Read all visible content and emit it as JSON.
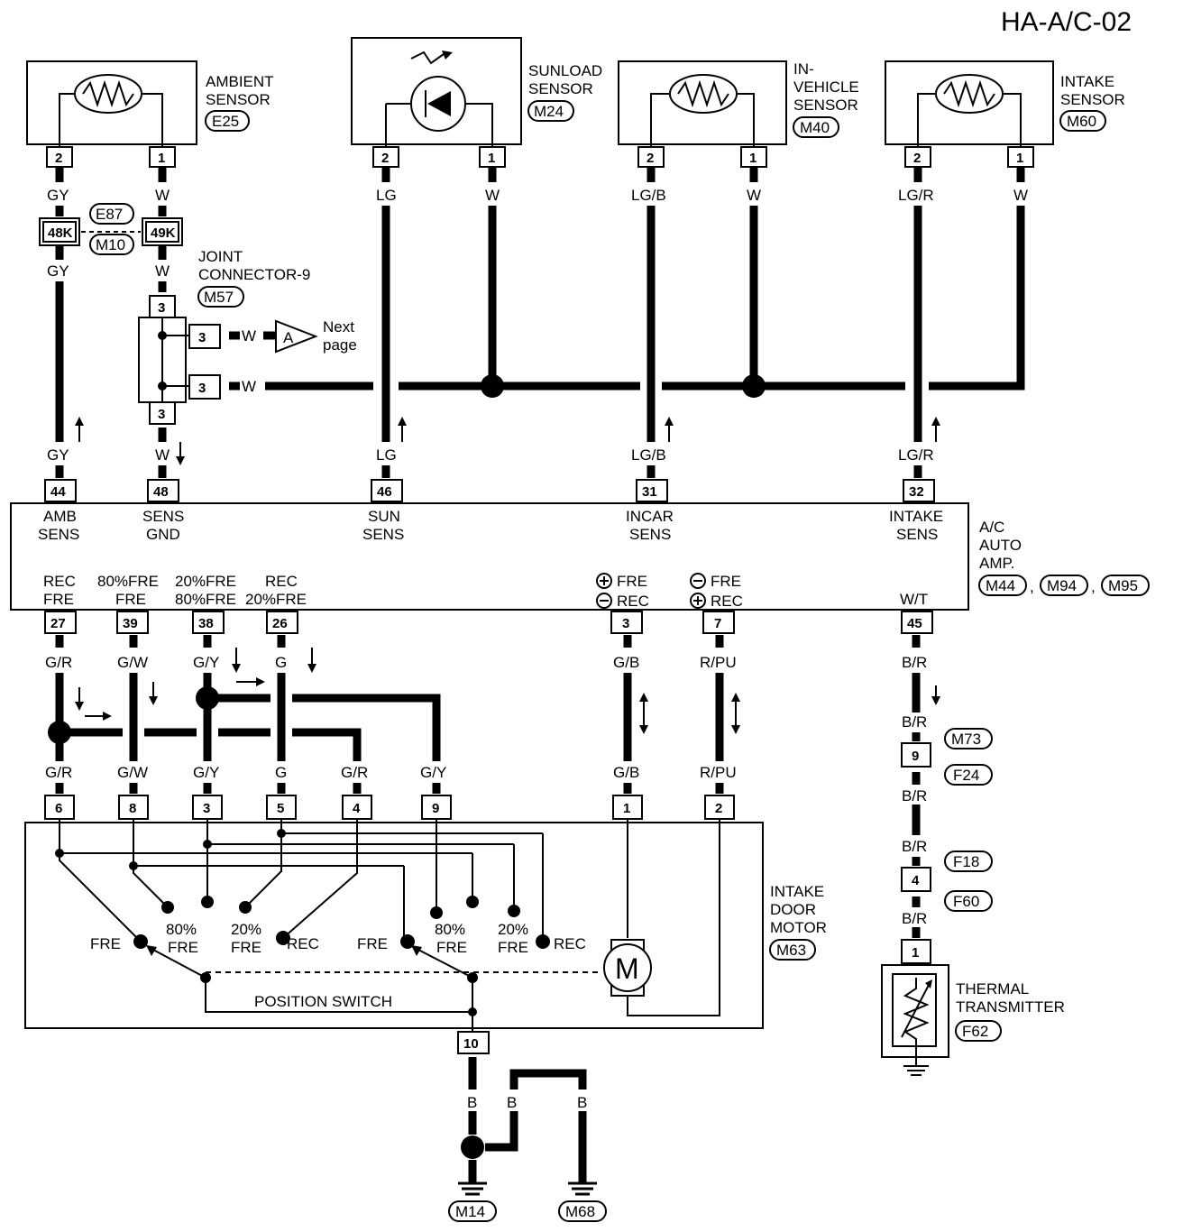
{
  "page_id": "HA-A/C-02",
  "sensors": {
    "ambient": {
      "name_line1": "AMBIENT",
      "name_line2": "SENSOR",
      "conn": "E25",
      "pin2": "2",
      "pin1": "1"
    },
    "sunload": {
      "name_line1": "SUNLOAD",
      "name_line2": "SENSOR",
      "conn": "M24",
      "pin2": "2",
      "pin1": "1"
    },
    "invehicle": {
      "name_line1": "IN-",
      "name_line2": "VEHICLE",
      "name_line3": "SENSOR",
      "conn": "M40",
      "pin2": "2",
      "pin1": "1"
    },
    "intake": {
      "name_line1": "INTAKE",
      "name_line2": "SENSOR",
      "conn": "M60",
      "pin2": "2",
      "pin1": "1"
    }
  },
  "colors": {
    "gy": "GY",
    "w": "W",
    "lg": "LG",
    "lgb": "LG/B",
    "lgr": "LG/R",
    "gr": "G/R",
    "gw": "G/W",
    "gyl": "G/Y",
    "g": "G",
    "gb": "G/B",
    "rpu": "R/PU",
    "br": "B/R",
    "b": "B"
  },
  "inline_conn": {
    "c1": "E87",
    "c2": "M10",
    "p1": "48K",
    "p2": "49K"
  },
  "joint": {
    "line1": "JOINT",
    "line2": "CONNECTOR-9",
    "conn": "M57",
    "pin": "3",
    "ref": "A",
    "next1": "Next",
    "next2": "page"
  },
  "amp": {
    "name_line1": "A/C",
    "name_line2": "AUTO",
    "name_line3": "AMP.",
    "conns": [
      "M44",
      "M94",
      "M95"
    ],
    "sep": ",",
    "top_pins": [
      {
        "pin": "44",
        "l1": "AMB",
        "l2": "SENS"
      },
      {
        "pin": "48",
        "l1": "SENS",
        "l2": "GND"
      },
      {
        "pin": "46",
        "l1": "SUN",
        "l2": "SENS"
      },
      {
        "pin": "31",
        "l1": "INCAR",
        "l2": "SENS"
      },
      {
        "pin": "32",
        "l1": "INTAKE",
        "l2": "SENS"
      }
    ],
    "bottom_pins": [
      {
        "pin": "27",
        "l1": "REC",
        "l2": "FRE"
      },
      {
        "pin": "39",
        "l1": "80%FRE",
        "l2": "FRE"
      },
      {
        "pin": "38",
        "l1": "20%FRE",
        "l2": "80%FRE"
      },
      {
        "pin": "26",
        "l1": "REC",
        "l2": "20%FRE"
      },
      {
        "pin": "3",
        "l1": "FRE",
        "l2": "REC"
      },
      {
        "pin": "7",
        "l1": "FRE",
        "l2": "REC"
      },
      {
        "pin": "45",
        "l1": "W/T",
        "l2": ""
      }
    ]
  },
  "motor": {
    "name_line1": "INTAKE",
    "name_line2": "DOOR",
    "name_line3": "MOTOR",
    "conn": "M63",
    "pins": [
      "6",
      "8",
      "3",
      "5",
      "4",
      "9",
      "1",
      "2"
    ],
    "ground_pin": "10",
    "sw_labels": {
      "fre": "FRE",
      "p80": "80%",
      "p20": "20%",
      "fre2": "FRE",
      "rec": "REC"
    },
    "position_switch": "POSITION SWITCH",
    "m": "M"
  },
  "inline2": {
    "c1": "M73",
    "c2": "F24",
    "p1": "9",
    "c3": "F18",
    "c4": "F60",
    "p2": "4"
  },
  "thermal": {
    "line1": "THERMAL",
    "line2": "TRANSMITTER",
    "conn": "F62",
    "pin": "1"
  },
  "grounds": [
    "M14",
    "M68"
  ]
}
